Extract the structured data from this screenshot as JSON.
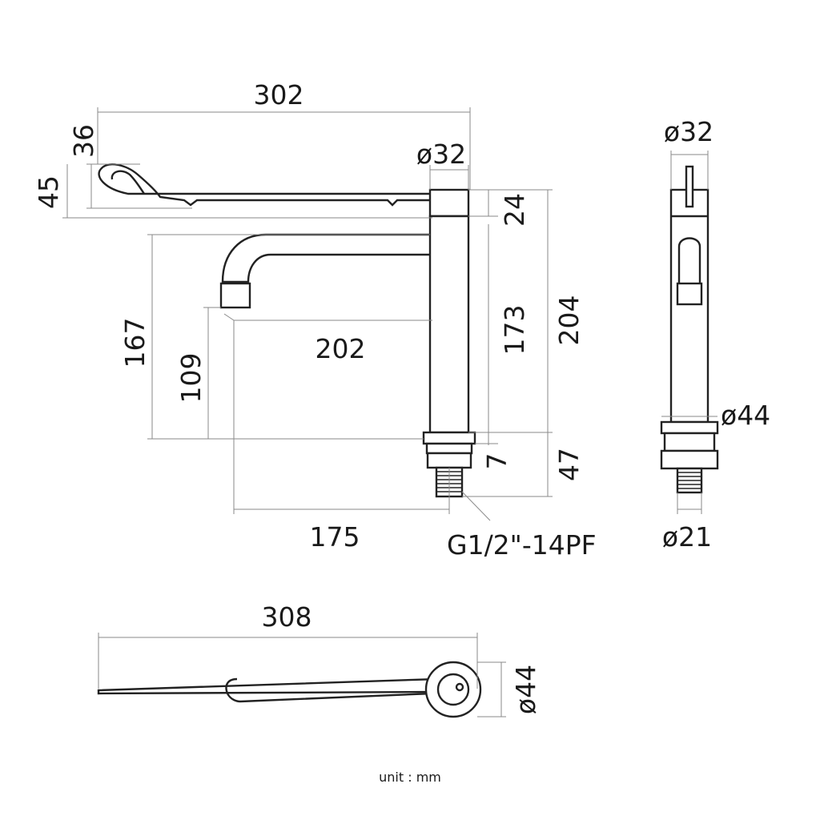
{
  "drawing": {
    "unit_note": "unit : mm",
    "side_view": {
      "overall_length": "302",
      "lever_offset": "36",
      "lever_height": "45",
      "body_diameter": "ø32",
      "top_section": "24",
      "body_height": "173",
      "total_height": "204",
      "spout_height": "167",
      "outlet_height": "109",
      "spout_reach": "202",
      "mount_reach": "175",
      "flange": "7",
      "shank_length": "47",
      "thread_spec": "G1/2\"-14PF"
    },
    "front_view": {
      "top_diameter": "ø32",
      "base_diameter": "ø44",
      "shank_diameter": "ø21"
    },
    "top_view": {
      "overall_length": "308",
      "base_diameter": "ø44"
    }
  }
}
